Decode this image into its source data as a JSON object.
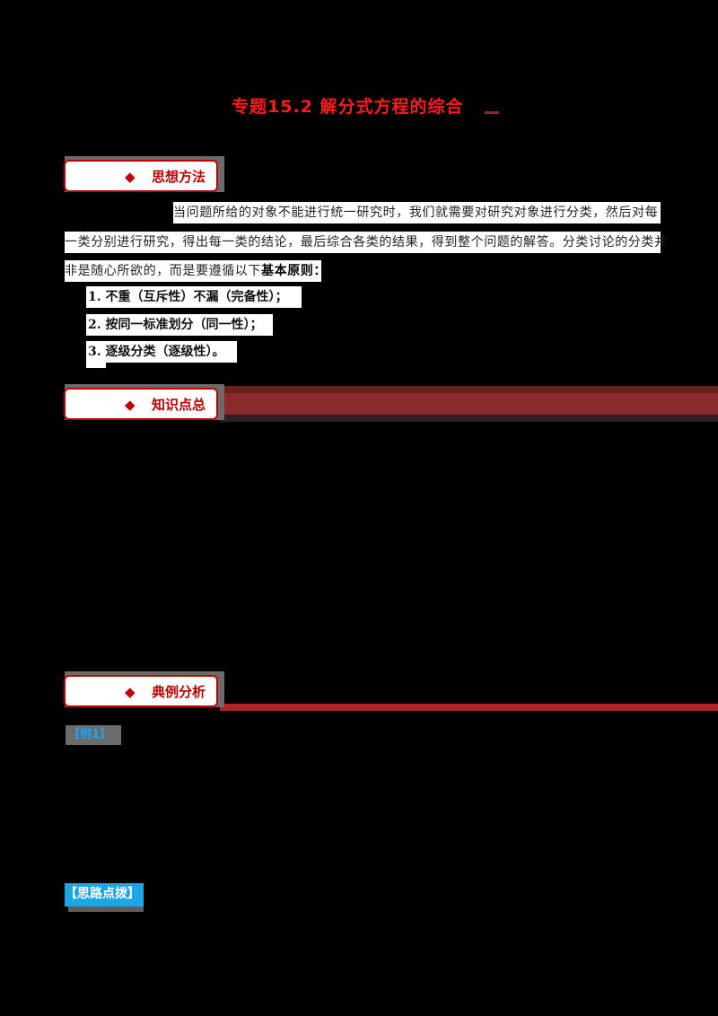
{
  "document": {
    "title": "专题15.2  解分式方程的综合"
  },
  "sections": [
    {
      "label": "思想方法",
      "icon": "diamond-icon"
    },
    {
      "label": "知识点总",
      "icon": "diamond-icon"
    },
    {
      "label": "典例分析",
      "icon": "diamond-icon"
    }
  ],
  "thinking_method": {
    "lines": [
      "当问题所给的对象不能进行统一研究时，我们就需要对研究对象进行分类，然后对每",
      "一类分别进行研究，得出每一类的结论，最后综合各类的结果，得到整个问题的解答。分类讨论的分类并",
      "非是随心所欲的，而是要遵循以下"
    ],
    "emphasis": "基本原则：",
    "principles": [
      "1.  不重（互斥性）不漏（完备性）；",
      "2.  按同一标准划分（同一性）；",
      "3.  逐级分类（逐级性）。"
    ]
  },
  "examples": {
    "example_badge": "【例1】",
    "hint_badge": "【思路点拨】"
  },
  "colors": {
    "title_red": "#ff1a1a",
    "section_red": "#c00000",
    "strip_red": "#b02525",
    "badge_blue": "#1aa7e8"
  },
  "symbols": {
    "diamond": "◆"
  }
}
